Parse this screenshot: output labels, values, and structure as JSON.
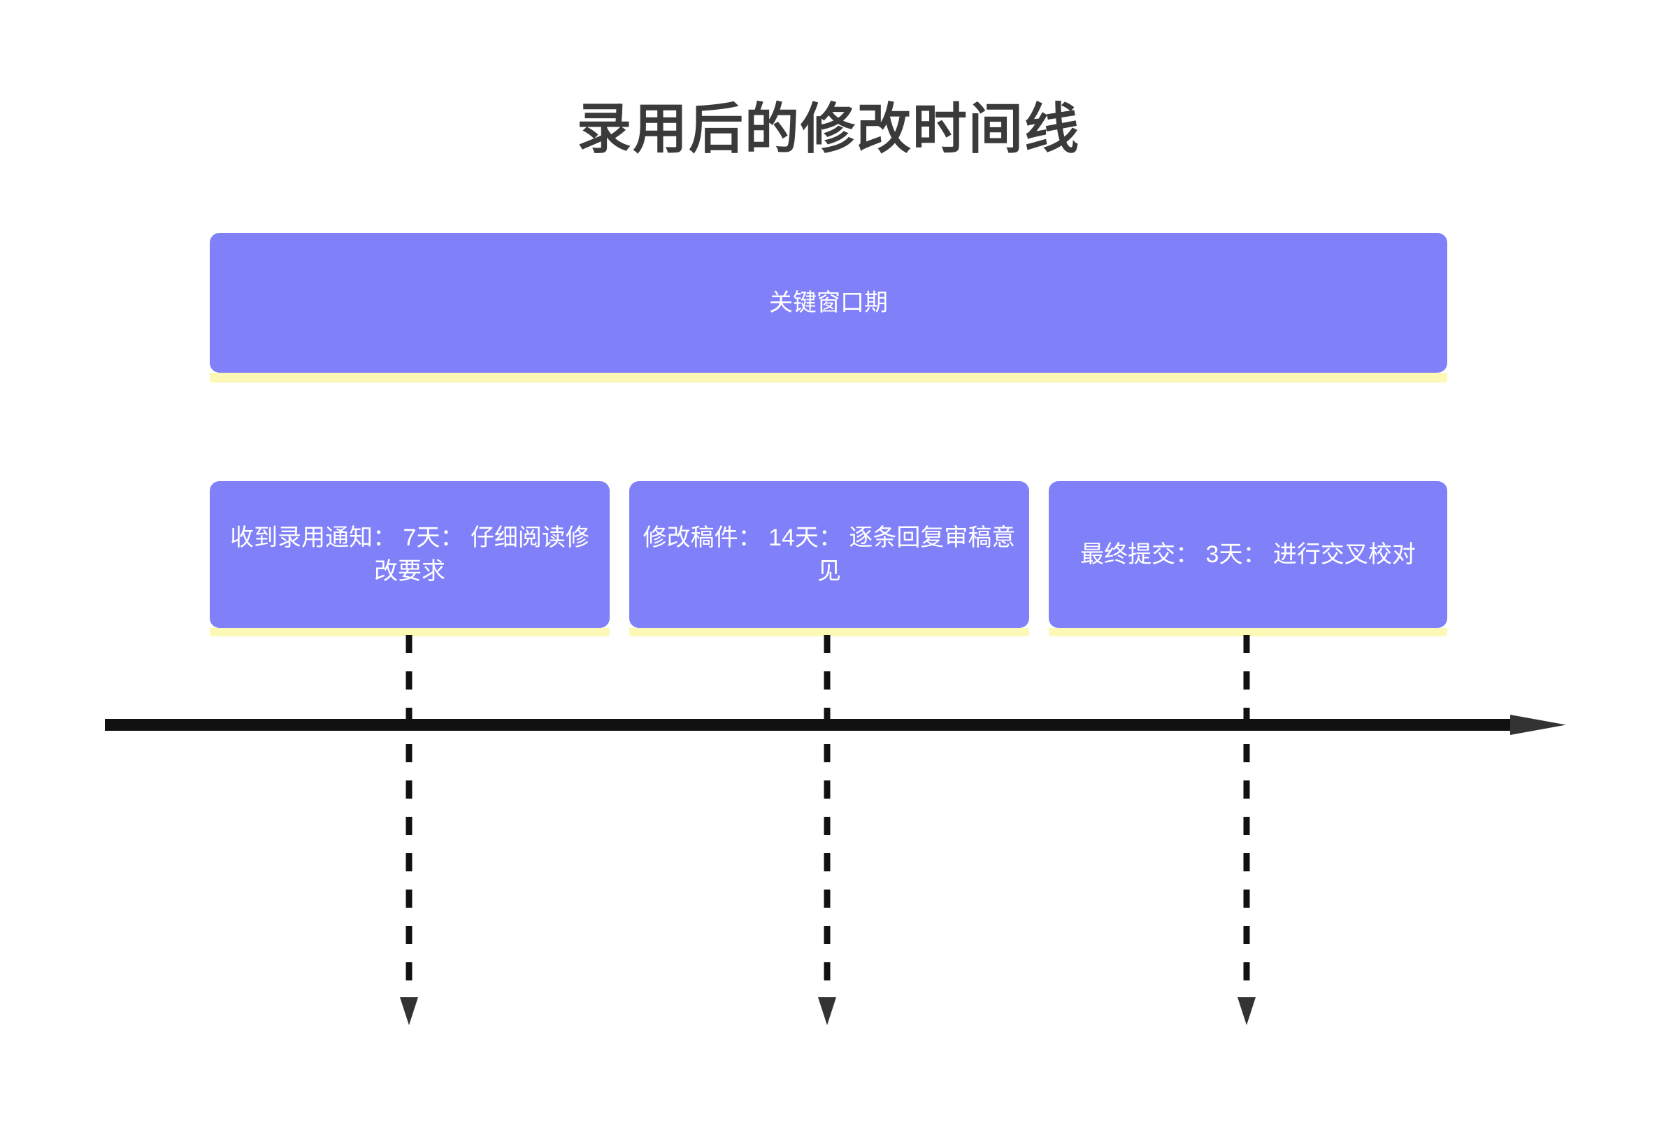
{
  "title": "录用后的修改时间线",
  "banner": {
    "label": "关键窗口期"
  },
  "milestones": [
    {
      "label": "收到录用通知： 7天： 仔细阅读修改要求",
      "name": "收到录用通知",
      "duration": "7天",
      "detail": "仔细阅读修改要求"
    },
    {
      "label": "修改稿件： 14天： 逐条回复审稿意见",
      "name": "修改稿件",
      "duration": "14天",
      "detail": "逐条回复审稿意见"
    },
    {
      "label": "最终提交： 3天： 进行交叉校对",
      "name": "最终提交",
      "duration": "3天",
      "detail": "进行交叉校对"
    }
  ],
  "colors": {
    "box_fill": "#8080F8",
    "box_shadow": "#FCF8B5",
    "title_text": "#3A3A3A",
    "box_text": "#FFFFFF",
    "axis": "#111111",
    "background": "#FFFFFF"
  }
}
